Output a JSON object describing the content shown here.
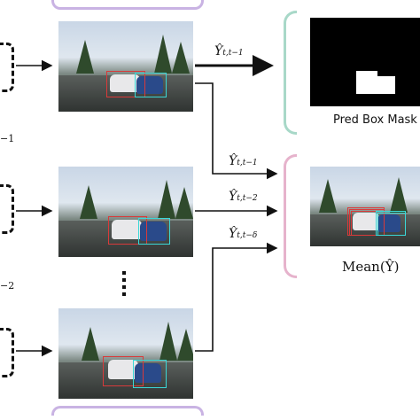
{
  "labels": {
    "y_t_t1_top": "Ŷ",
    "y_t_t1_top_sub": "t,t−1",
    "y_t_t1_mid": "Ŷ",
    "y_t_t1_mid_sub": "t,t−1",
    "y_t_t2": "Ŷ",
    "y_t_t2_sub": "t,t−2",
    "y_t_td": "Ŷ",
    "y_t_td_sub": "t,t−δ",
    "pred_box_mask": "Pred Box Mask",
    "mean_y": "Mean(Ŷ)",
    "left_sub_1": "−1",
    "left_sub_2": "−2"
  },
  "colors": {
    "teal_brace": "#a8d8c8",
    "pink_brace": "#e6b3cc",
    "purple_bar": "#c9b3e3",
    "red_box": "#d83a3a",
    "cyan_box": "#3ad8d8"
  }
}
